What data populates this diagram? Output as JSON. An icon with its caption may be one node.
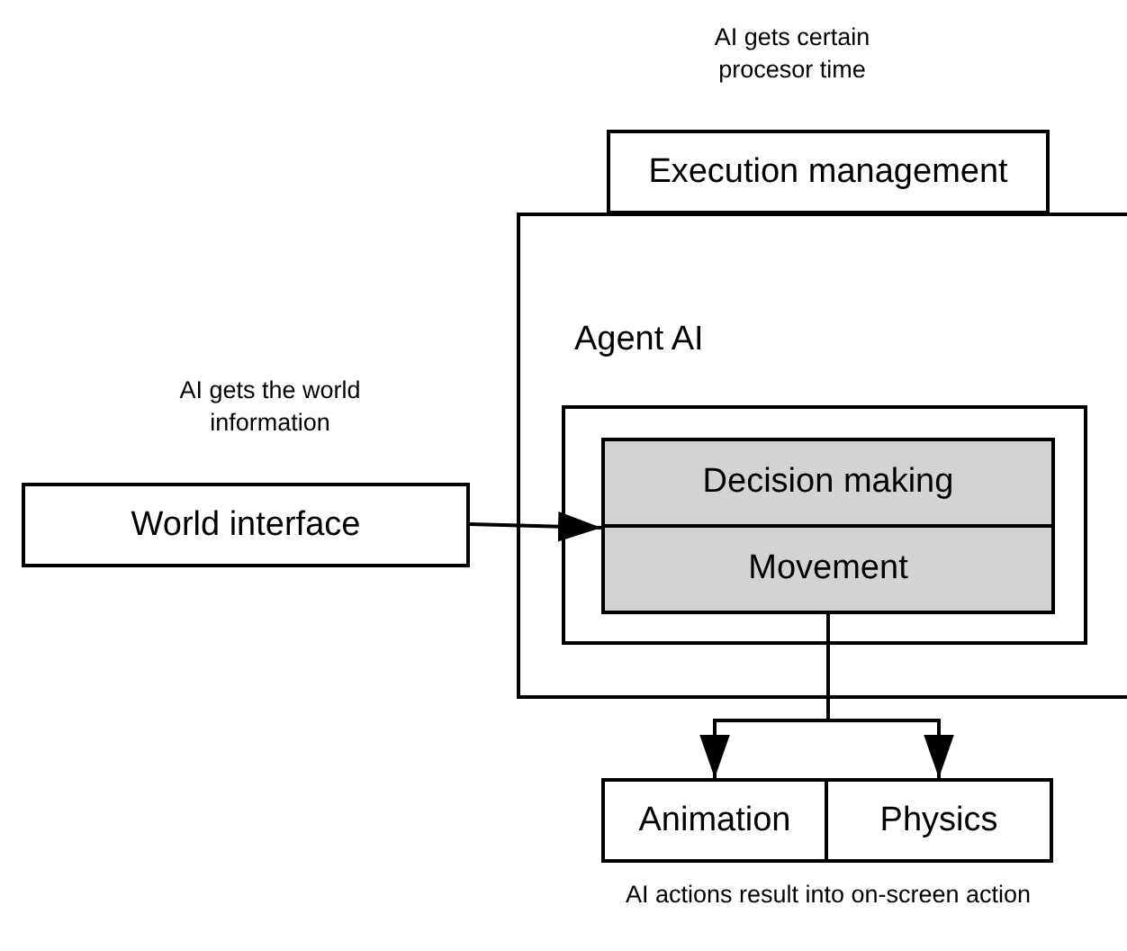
{
  "diagram": {
    "nodes": [
      {
        "text": [
          "Execution management"
        ],
        "beside": [
          "AI gets certain procesor time"
        ]
      },
      {
        "text": [
          "Agent AI"
        ]
      },
      {
        "text": [],
        "shape": "box",
        "in": 1
      },
      {
        "text": [
          "Decision making"
        ],
        "in": 2
      },
      {
        "text": [
          "Movement"
        ],
        "in": 2
      },
      {
        "text": [
          "World interface"
        ],
        "beside": [
          "AI gets the world information"
        ]
      },
      {
        "text": [
          "Animation"
        ]
      },
      {
        "text": [
          "Physics"
        ]
      }
    ],
    "edges": [
      {
        "from": 5,
        "to": 3,
        "arrow": "to"
      },
      {
        "from": 4,
        "to": 6,
        "arrow": "to"
      },
      {
        "from": 4,
        "to": 7,
        "arrow": "to"
      }
    ],
    "labels": [
      "AI actions result into on-screen action"
    ]
  }
}
